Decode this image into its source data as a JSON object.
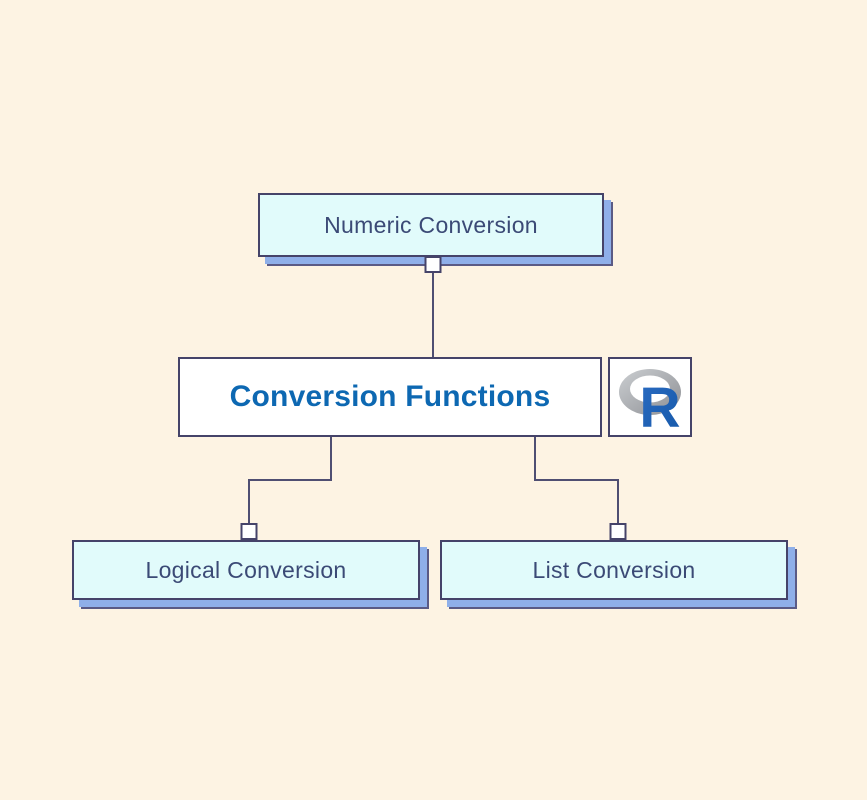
{
  "diagram": {
    "background": "#fdf3e3",
    "root": {
      "label": "Conversion Functions"
    },
    "children": {
      "top": {
        "label": "Numeric Conversion"
      },
      "bottom_left": {
        "label": "Logical Conversion"
      },
      "bottom_right": {
        "label": "List Conversion"
      }
    },
    "logo": {
      "name": "r-language-logo",
      "letter": "R"
    },
    "colors": {
      "node_fill": "#e1fbfb",
      "node_border": "#454369",
      "node_shadow_blue": "#8fafe9",
      "node_shadow_edge": "#5a5a85",
      "child_text": "#3b4a76",
      "root_text": "#0d68b2",
      "connector_line": "#4f4e72",
      "connector_square_fill": "#ffffff",
      "logo_letter_blue": "#1e63b5",
      "logo_ring_gray": "#a9abae"
    }
  }
}
